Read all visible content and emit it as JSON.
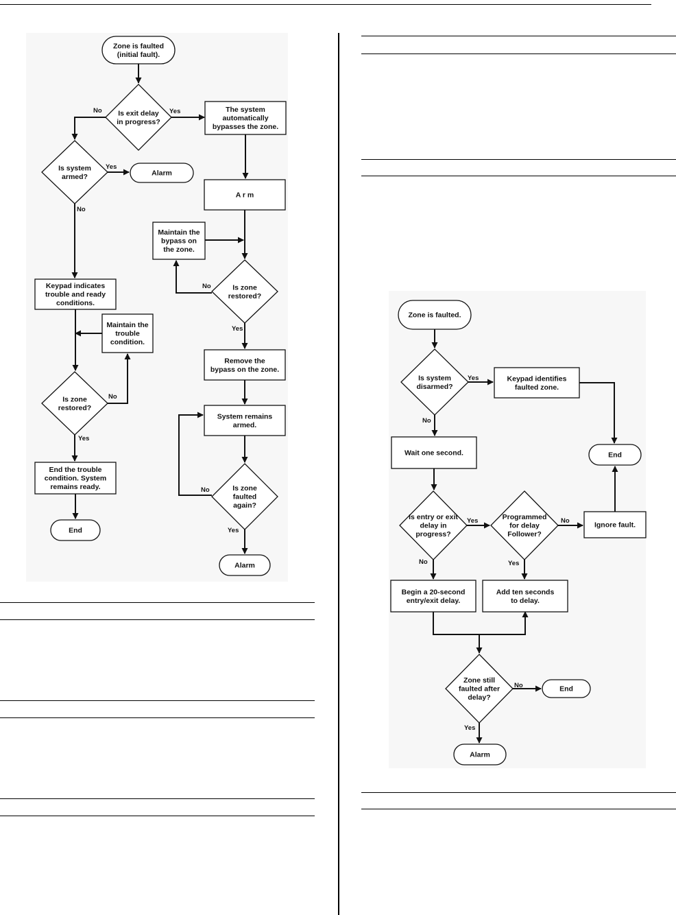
{
  "left_flowchart": {
    "nodes": {
      "start": [
        "Zone is faulted",
        "(initial fault)."
      ],
      "exit_delay": [
        "Is exit delay",
        "in progress?"
      ],
      "system_armed": [
        "Is system",
        "armed?"
      ],
      "alarm_1": [
        "Alarm"
      ],
      "auto_bypass": [
        "The system",
        "automatically",
        "bypasses the zone."
      ],
      "arm": [
        "A r m"
      ],
      "maintain_bypass": [
        "Maintain the",
        "bypass on",
        "the zone."
      ],
      "zone_restored_1": [
        "Is zone",
        "restored?"
      ],
      "keypad_trouble": [
        "Keypad indicates",
        "trouble and ready",
        "conditions."
      ],
      "maintain_trouble": [
        "Maintain the",
        "trouble",
        "condition."
      ],
      "zone_restored_2": [
        "Is zone",
        "restored?"
      ],
      "remove_bypass": [
        "Remove the",
        "bypass on the zone."
      ],
      "remains_armed": [
        "System remains",
        "armed."
      ],
      "end_trouble": [
        "End the trouble",
        "condition.  System",
        "remains ready."
      ],
      "zone_faulted_again": [
        "Is zone",
        "faulted",
        "again?"
      ],
      "end_1": [
        "End"
      ],
      "alarm_2": [
        "Alarm"
      ]
    },
    "edge_labels": {
      "exit_no": "No",
      "exit_yes": "Yes",
      "armed_yes": "Yes",
      "armed_no": "No",
      "restored1_no": "No",
      "restored1_yes": "Yes",
      "restored2_no": "No",
      "restored2_yes": "Yes",
      "again_no": "No",
      "again_yes": "Yes"
    }
  },
  "right_flowchart": {
    "nodes": {
      "start": [
        "Zone is faulted."
      ],
      "system_disarmed": [
        "Is system",
        "disarmed?"
      ],
      "keypad_identifies": [
        "Keypad identifies",
        "faulted zone."
      ],
      "wait": [
        "Wait one second."
      ],
      "end_1": [
        "End"
      ],
      "entry_exit_delay": [
        "Is entry or exit",
        "delay in",
        "progress?"
      ],
      "delay_follower": [
        "Programmed",
        "for delay",
        "Follower?"
      ],
      "ignore_fault": [
        "Ignore fault."
      ],
      "begin_delay": [
        "Begin a 20-second",
        "entry/exit delay."
      ],
      "add_ten": [
        "Add ten seconds",
        "to delay."
      ],
      "still_faulted": [
        "Zone still",
        "faulted after",
        "delay?"
      ],
      "end_2": [
        "End"
      ],
      "alarm": [
        "Alarm"
      ]
    },
    "edge_labels": {
      "disarmed_yes": "Yes",
      "disarmed_no": "No",
      "entry_yes": "Yes",
      "entry_no": "No",
      "follower_no": "No",
      "follower_yes": "Yes",
      "still_no": "No",
      "still_yes": "Yes"
    }
  }
}
